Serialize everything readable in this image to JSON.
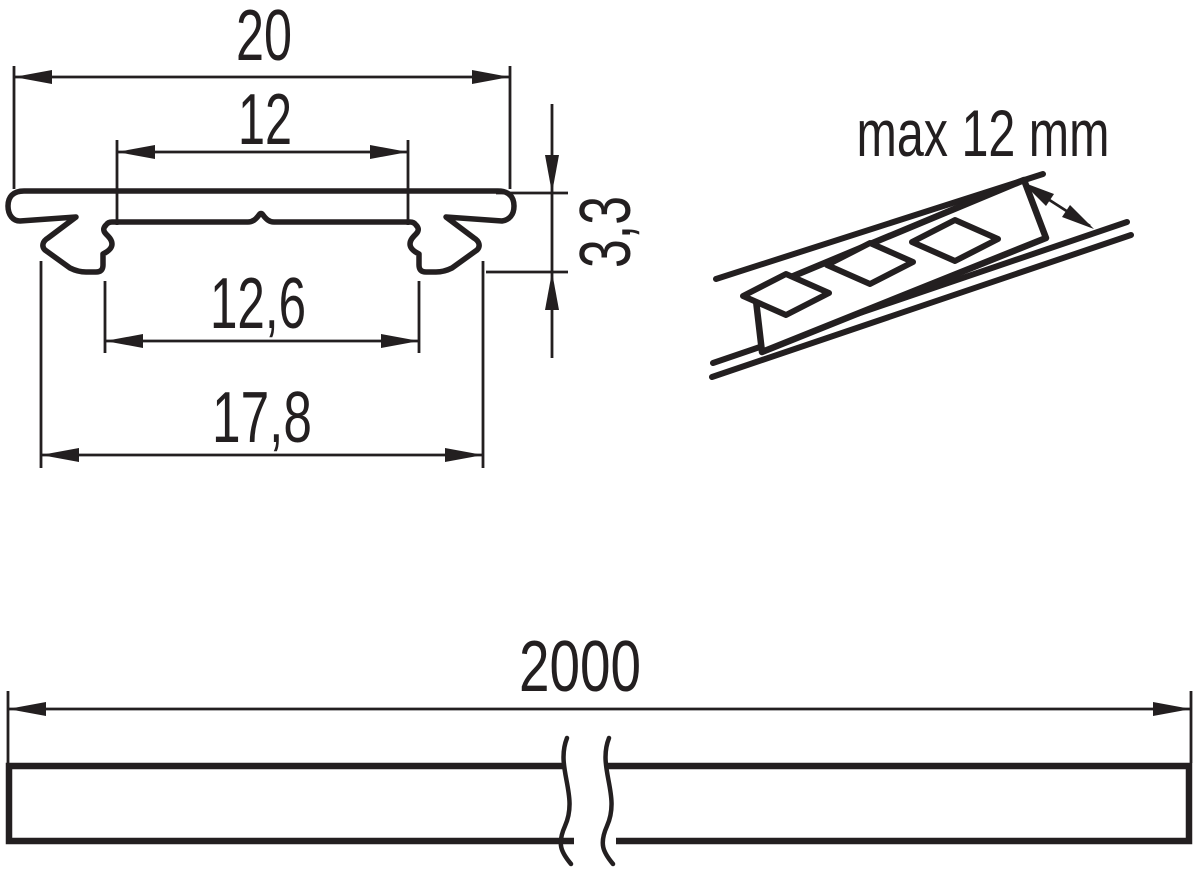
{
  "drawing": {
    "background": "#ffffff",
    "line_color": "#231f20",
    "cross_section": {
      "dim_outer_width": "20",
      "dim_top_opening": "12",
      "dim_height": "3,3",
      "dim_clip_inner_width": "12,6",
      "dim_clip_outer_width": "17,8"
    },
    "led_strip": {
      "max_width_note": "max 12 mm"
    },
    "length_view": {
      "dim_length": "2000"
    }
  }
}
